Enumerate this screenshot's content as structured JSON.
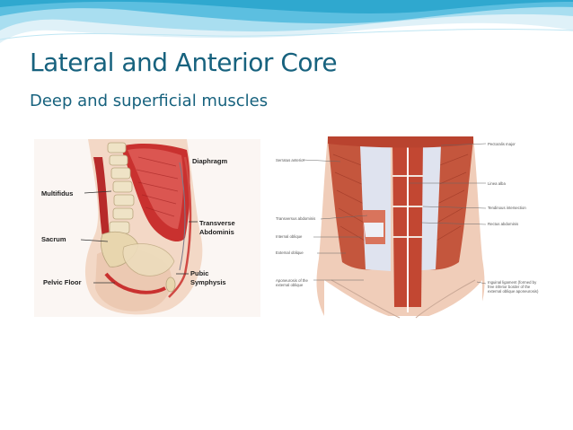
{
  "slide": {
    "title": "Lateral and Anterior Core",
    "subtitle": "Deep and superficial muscles",
    "theme_colors": {
      "title": "#17627e",
      "wave_light": "#dff1f8",
      "wave_mid": "#8fd3ea",
      "wave_dark": "#2fa8cf"
    }
  },
  "figure_left": {
    "labels": {
      "diaphragm": "Diaphragm",
      "multifidus": "Multifidus",
      "transverse": "Transverse",
      "abdominis": "Abdominis",
      "sacrum": "Sacrum",
      "pubic": "Pubic",
      "symphysis": "Symphysis",
      "pelvic_floor": "Pelvic Floor"
    }
  },
  "figure_right": {
    "labels": {
      "serratus_anterior": "Serratus anterior",
      "pectoralis_major": "Pectoralis major",
      "linea_alba": "Linea alba",
      "tendinous_intersection": "Tendinous intersection",
      "transversus_abdominis": "Transversus abdominis",
      "rectus_abdominis": "Rectus abdominis",
      "internal_oblique": "Internal oblique",
      "external_oblique": "External oblique",
      "aponeurosis": "Aponeurosis of the external oblique",
      "inguinal_ligament": "Inguinal ligament (formed by free inferior border of the external oblique aponeurosis)"
    }
  }
}
